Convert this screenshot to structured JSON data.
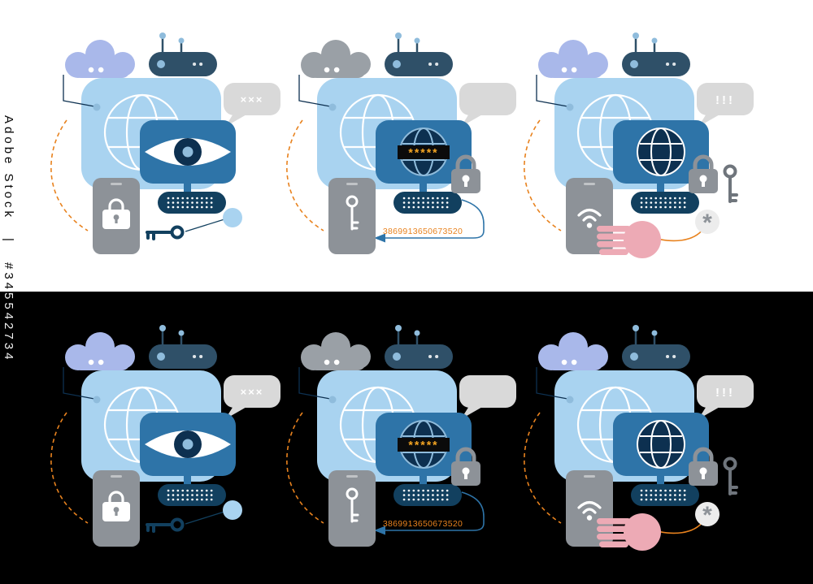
{
  "watermark": {
    "brand": "Adobe Stock",
    "separator": "|",
    "asset_id": "#345542734"
  },
  "texts": {
    "spy_bubble": "×××",
    "alert_bubble": "!!!",
    "password_mask": "*****",
    "card_number": "3869913650673520",
    "asterisk": "*"
  },
  "palette": {
    "sky": "#a9d3f0",
    "cloudblue": "#a9b8ea",
    "cloudgray": "#9aa0a6",
    "router": "#2f5068",
    "navy": "#12405f",
    "steel": "#2e74a8",
    "deepnavy": "#0d3050",
    "lightblue": "#8fbcdc",
    "gray": "#8d9298",
    "gray2": "#6f757c",
    "lightgray": "#d9d9d9",
    "orange": "#e8821e",
    "amber": "#f5a623",
    "pink": "#edaab5",
    "bar": "#0b0b0b",
    "bgtop": "#ffffff",
    "bgbottom": "#000000"
  },
  "icons": [
    "cloud-icon",
    "router-icon",
    "globe-icon",
    "eye-icon",
    "keyboard-icon",
    "smartphone-icon",
    "padlock-icon",
    "key-icon",
    "wifi-icon",
    "hand-icon",
    "asterisk-icon",
    "speech-bubble-icon",
    "chat-bubble-icon",
    "dashed-connector-icon",
    "arrow-icon"
  ]
}
